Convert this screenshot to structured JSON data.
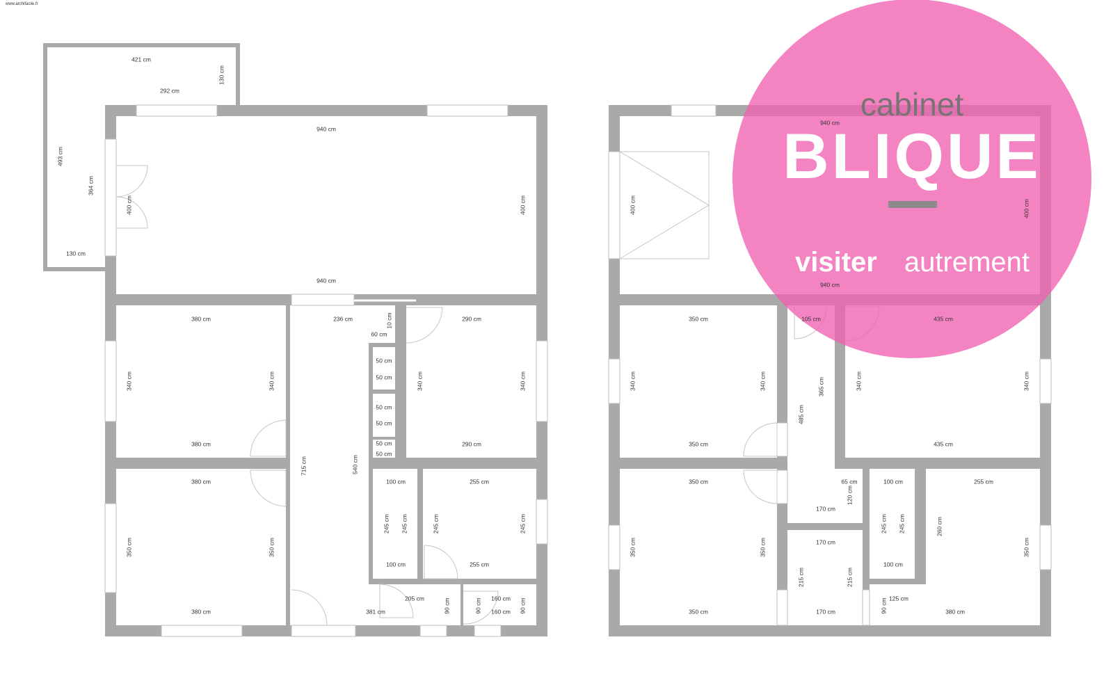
{
  "watermark": "www.archifacile.fr",
  "logo": {
    "line1": "cabinet",
    "line2": "BLIQUE",
    "tagline_bold": "visiter",
    "tagline_light": "autrement",
    "accent": "#ef62b0",
    "grey": "#8e8a8c"
  },
  "colors": {
    "wall": "#a9a9a9",
    "background": "#ffffff"
  },
  "plan1": {
    "labels": [
      "421 cm",
      "130 cm",
      "292 cm",
      "493 cm",
      "364 cm",
      "400 cm",
      "130 cm",
      "940 cm",
      "400 cm",
      "940 cm",
      "380 cm",
      "340 cm",
      "340 cm",
      "380 cm",
      "236 cm",
      "10 cm",
      "60 cm",
      "290 cm",
      "340 cm",
      "340 cm",
      "290 cm",
      "50 cm",
      "50 cm",
      "50 cm",
      "50 cm",
      "50 cm",
      "50 cm",
      "715 cm",
      "540 cm",
      "380 cm",
      "350 cm",
      "350 cm",
      "380 cm",
      "100 cm",
      "245 cm",
      "245 cm",
      "100 cm",
      "255 cm",
      "245 cm",
      "245 cm",
      "255 cm",
      "205 cm",
      "381 cm",
      "90 cm",
      "90 cm",
      "160 cm",
      "160 cm",
      "90 cm"
    ]
  },
  "plan2": {
    "labels": [
      "940 cm",
      "400 cm",
      "400 cm",
      "940 cm",
      "350 cm",
      "340 cm",
      "340 cm",
      "350 cm",
      "105 cm",
      "365 cm",
      "485 cm",
      "435 cm",
      "340 cm",
      "340 cm",
      "435 cm",
      "350 cm",
      "350 cm",
      "350 cm",
      "350 cm",
      "65 cm",
      "120 cm",
      "170 cm",
      "100 cm",
      "245 cm",
      "245 cm",
      "100 cm",
      "255 cm",
      "260 cm",
      "350 cm",
      "170 cm",
      "215 cm",
      "215 cm",
      "170 cm",
      "90 cm",
      "125 cm",
      "380 cm"
    ]
  }
}
